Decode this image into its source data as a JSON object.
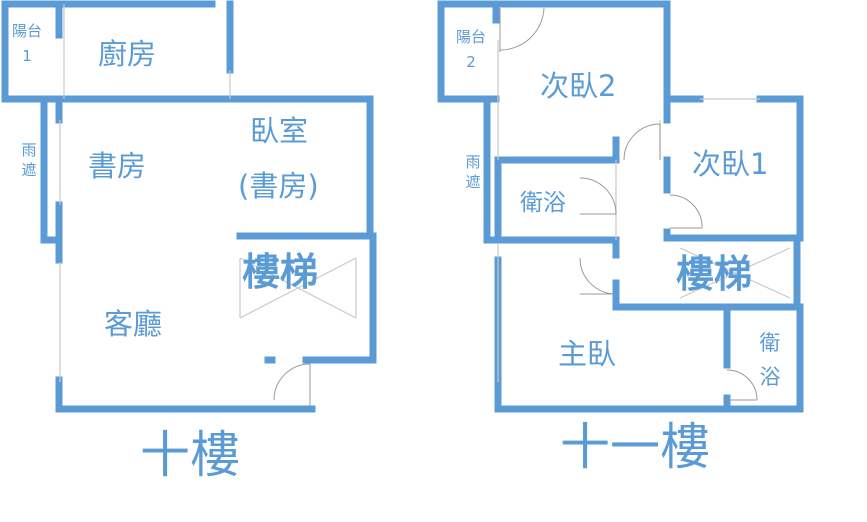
{
  "floor10": {
    "title": "十樓",
    "balcony": "陽台",
    "balcony_no": "1",
    "kitchen": "廚房",
    "study": "書房",
    "bedroom": "臥室",
    "bedroom_note": "(書房)",
    "rain_shelter": "雨遮",
    "living_room": "客廳",
    "stairs": "樓梯"
  },
  "floor11": {
    "title": "十一樓",
    "balcony": "陽台",
    "balcony_no": "2",
    "second_bedroom_2": "次臥2",
    "second_bedroom_1": "次臥1",
    "rain_shelter": "雨遮",
    "bathroom": "衛浴",
    "stairs": "樓梯",
    "master_bedroom": "主臥",
    "bathroom_2": "衛浴"
  },
  "colors": {
    "wall": "#5b9bd5",
    "label": "#5b9bd5",
    "background": "#ffffff"
  }
}
